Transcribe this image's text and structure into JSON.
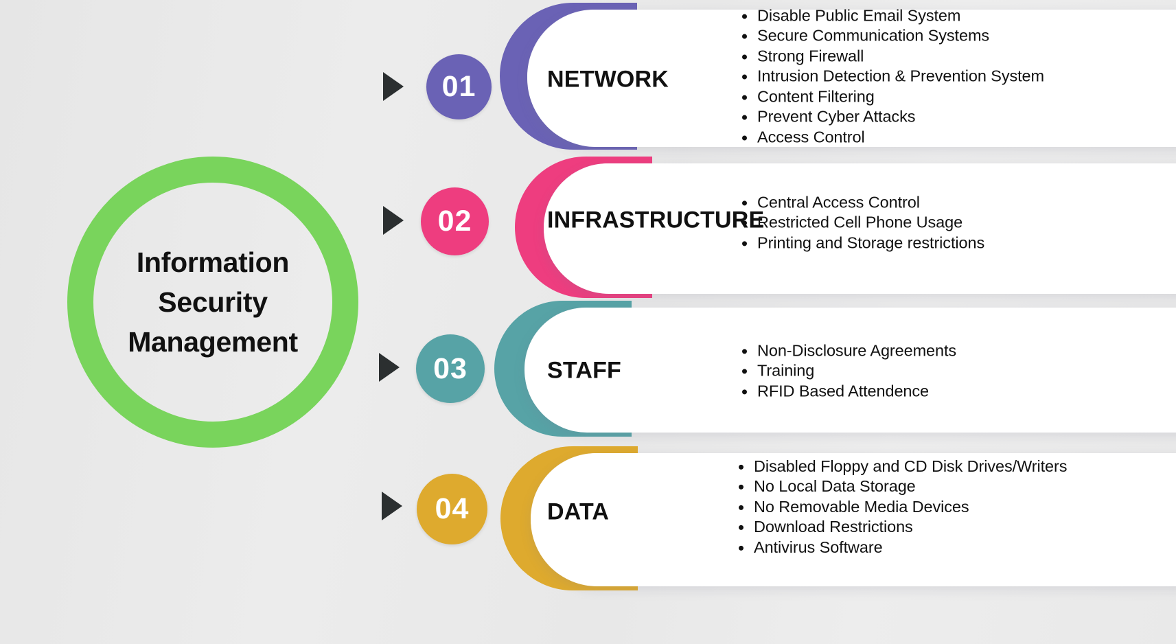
{
  "theme": {
    "background": "#e9e9e9",
    "hub_ring_color": "#79d45c",
    "text_color": "#111111",
    "card_background": "#ffffff",
    "arrow_color": "#2b2f30"
  },
  "hub": {
    "title_lines": [
      "Information",
      "Security",
      "Management"
    ],
    "title_full": "Information Security Management"
  },
  "rows": [
    {
      "number": "01",
      "title": "NETWORK",
      "color": "#6a62b5",
      "arrow_icon": "triangle-right-icon",
      "bullets": [
        "Disable Public Email System",
        "Secure Communication Systems",
        "Strong Firewall",
        "Intrusion Detection &  Prevention System",
        "Content Filtering",
        "Prevent Cyber Attacks",
        "Access Control"
      ]
    },
    {
      "number": "02",
      "title": "INFRASTRUCTURE",
      "color": "#ee3d7f",
      "arrow_icon": "triangle-right-icon",
      "bullets": [
        "Central Access Control",
        "Restricted Cell Phone Usage",
        "Printing and Storage restrictions"
      ]
    },
    {
      "number": "03",
      "title": "STAFF",
      "color": "#57a3a6",
      "arrow_icon": "triangle-right-icon",
      "bullets": [
        "Non-Disclosure Agreements",
        "Training",
        "RFID Based Attendence"
      ]
    },
    {
      "number": "04",
      "title": "DATA",
      "color": "#deaa2e",
      "arrow_icon": "triangle-right-icon",
      "bullets": [
        "Disabled Floppy and CD Disk Drives/Writers",
        "No Local Data Storage",
        "No Removable Media Devices",
        "Download Restrictions",
        "Antivirus Software"
      ]
    }
  ]
}
